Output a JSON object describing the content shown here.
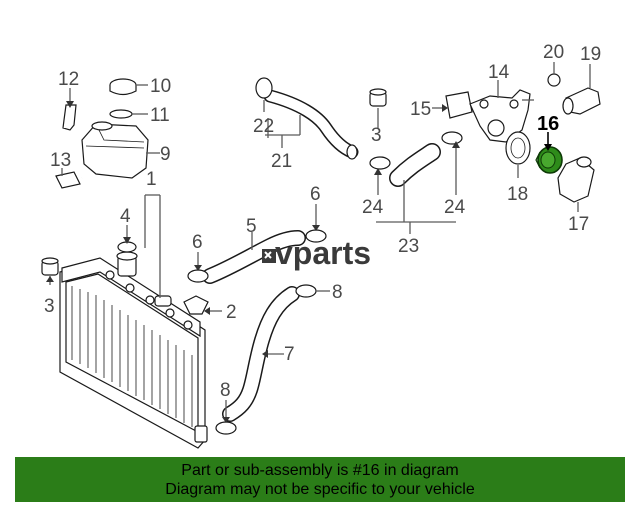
{
  "diagram": {
    "logo_text": "vparts",
    "highlight_label": "16",
    "callouts": [
      "1",
      "2",
      "3",
      "3",
      "3",
      "4",
      "5",
      "6",
      "6",
      "7",
      "8",
      "8",
      "9",
      "10",
      "11",
      "12",
      "13",
      "14",
      "15",
      "17",
      "18",
      "19",
      "20",
      "21",
      "22",
      "23",
      "24",
      "24"
    ]
  },
  "banner": {
    "line1": "Part or sub-assembly is #16 in diagram",
    "line2": "Diagram may not be specific to your vehicle"
  },
  "colors": {
    "banner_bg": "#2b7d18",
    "highlight_part": "#2e8b1a"
  }
}
